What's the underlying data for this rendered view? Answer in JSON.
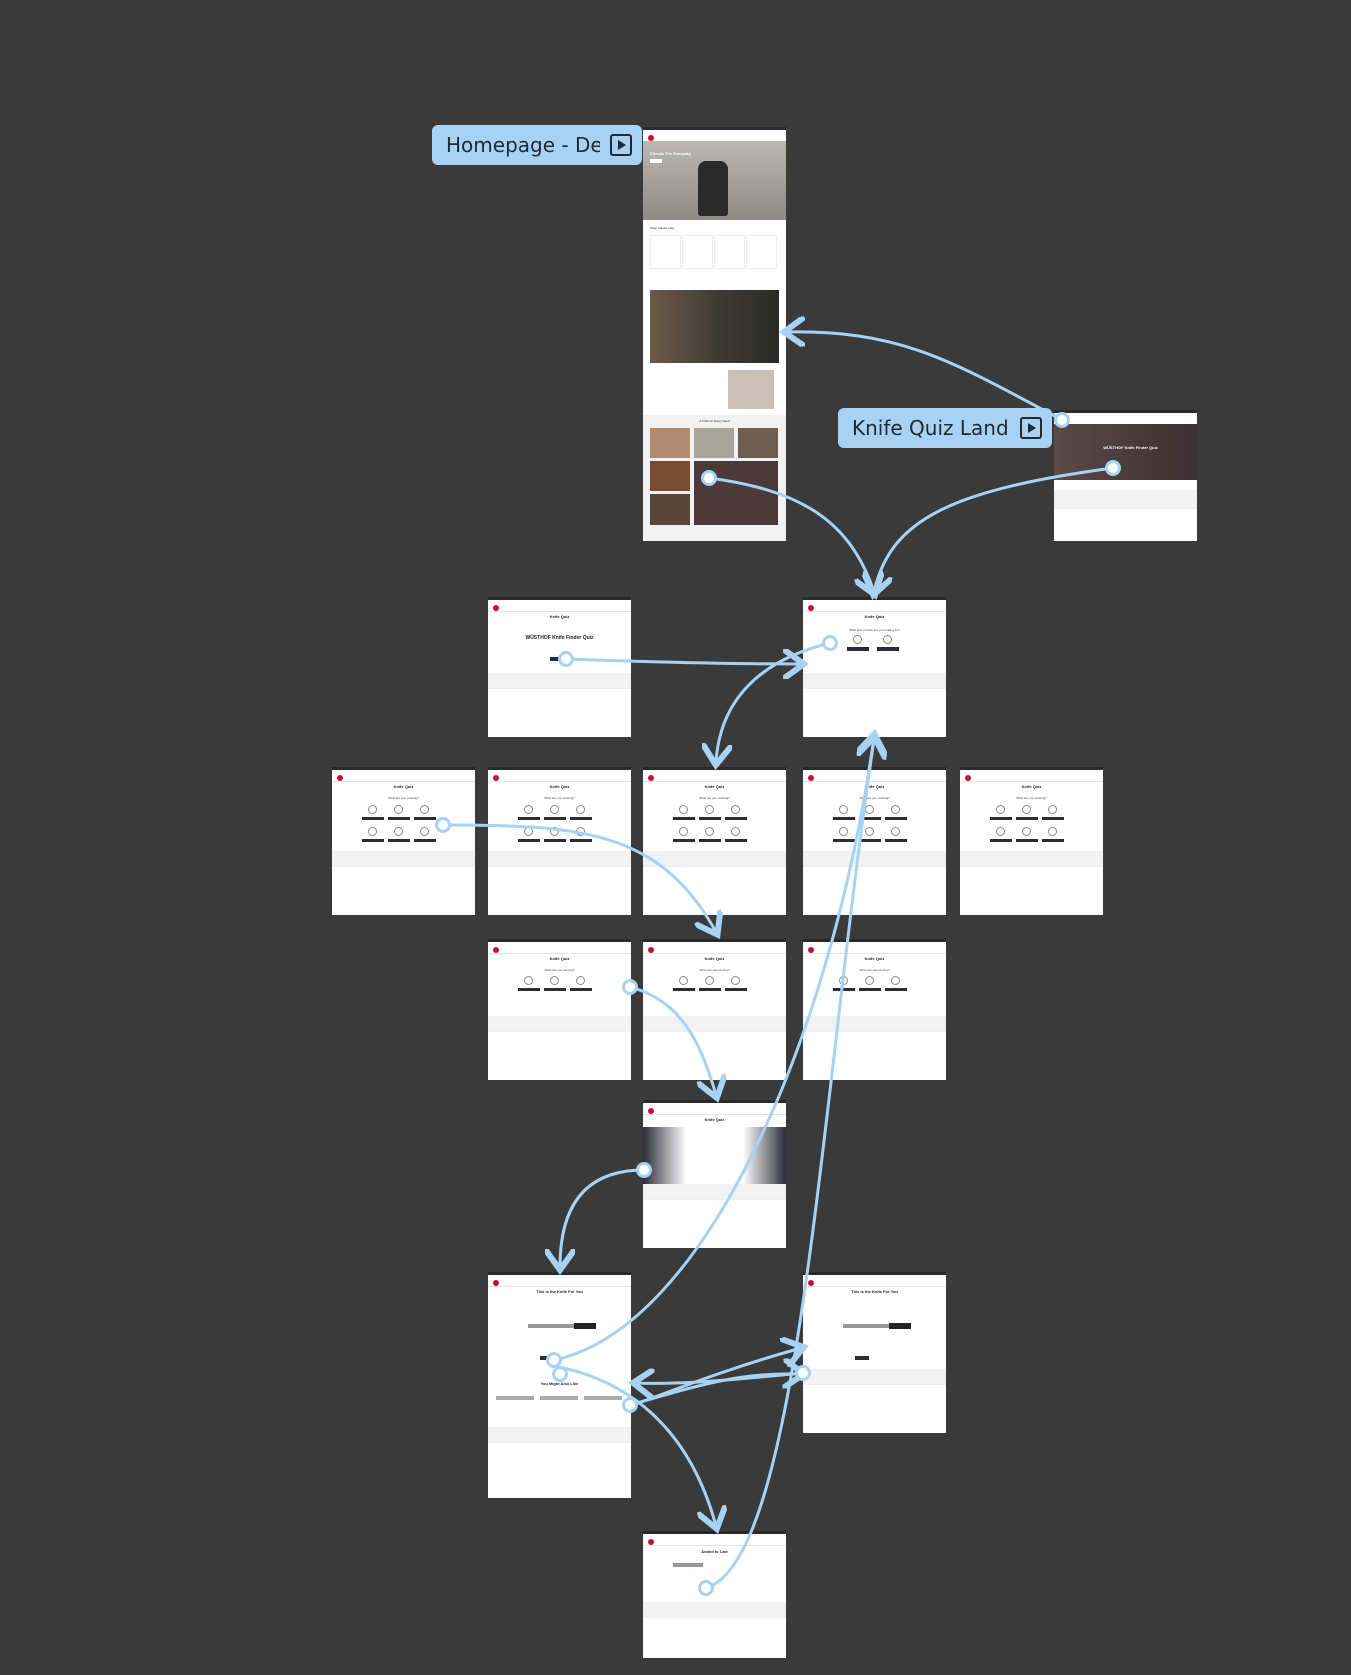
{
  "canvas": {
    "background": "#3a3a3a",
    "connector_color": "#a7d2f4"
  },
  "flows": [
    {
      "label": "Homepage - De..."
    },
    {
      "label": "Knife Quiz Landi..."
    }
  ],
  "homepage": {
    "hero_title": "Elevate The Everyday",
    "section_title": "Shop Classic Now",
    "promo_title": "A Knife for Every Need"
  },
  "landing": {
    "title": "WÜSTHOF Knife Finder Quiz"
  },
  "quiz": {
    "header": "Knife Quiz",
    "q1": "What kind of knife are you looking for?",
    "q2": "What are you cooking?",
    "q3": "What are you carving?"
  },
  "results": {
    "title": "This is the Knife For You",
    "also_like": "You Might Also Like",
    "cart_title": "Added to Cart"
  },
  "brand": {
    "accent": "#c8102e",
    "dark": "#2c2c38"
  }
}
